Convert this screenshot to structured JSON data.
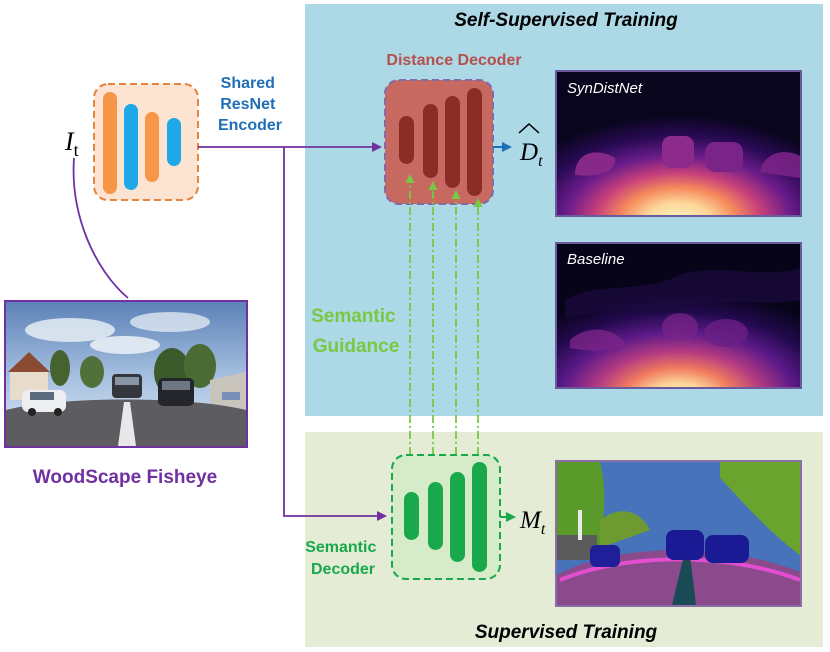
{
  "panels": {
    "self_supervised_title": "Self-Supervised Training",
    "supervised_title": "Supervised Training",
    "self_supervised_color": "#add8e6",
    "supervised_color": "#e4ecd6"
  },
  "encoder": {
    "label_line1": "Shared",
    "label_line2": "ResNet",
    "label_line3": "Encoder",
    "bar_color_a": "#f79646",
    "bar_color_b": "#1ea8e8",
    "box_fill": "#fde4d2",
    "border_color": "#e7843c",
    "label_color": "#1f6fb6"
  },
  "distance_decoder": {
    "label": "Distance Decoder",
    "bar_color": "#8b2d27",
    "box_fill": "#c86961",
    "border_color": "#7f6ba6",
    "label_color": "#b5504a"
  },
  "semantic_decoder": {
    "label_line1": "Semantic",
    "label_line2": "Decoder",
    "bar_color": "#19a84b",
    "box_fill": "#d6ebc8",
    "border_color": "#19a84b",
    "label_color": "#19a84b"
  },
  "semantic_guidance": {
    "line1": "Semantic",
    "line2": "Guidance",
    "color": "#77c943"
  },
  "input": {
    "symbol": "I",
    "subscript": "t",
    "image_caption": "WoodScape Fisheye",
    "caption_color": "#7030a0",
    "line_color": "#7030a0"
  },
  "outputs": {
    "distance_symbol": "D",
    "distance_subscript": "t",
    "mask_symbol": "M",
    "mask_subscript": "t"
  },
  "depth_maps": [
    {
      "label": "SynDistNet"
    },
    {
      "label": "Baseline"
    }
  ]
}
